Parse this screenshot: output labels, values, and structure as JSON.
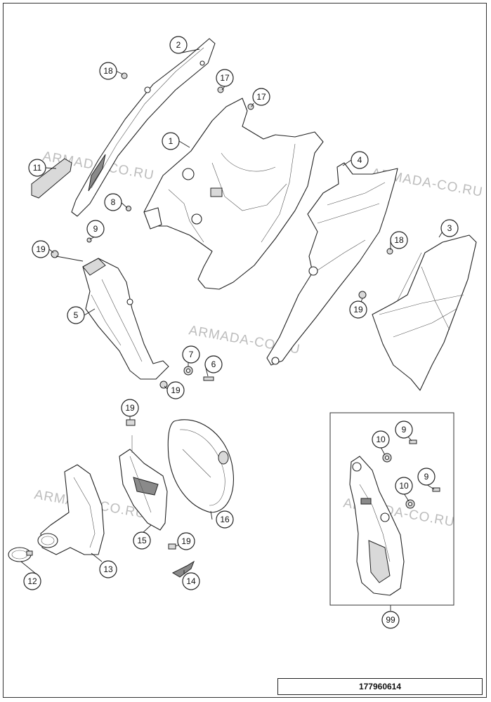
{
  "watermark_text": "ARMADA-CO.RU",
  "drawing_number": "177960614",
  "callouts": {
    "c1": "1",
    "c2": "2",
    "c3": "3",
    "c4": "4",
    "c5": "5",
    "c6": "6",
    "c7": "7",
    "c8": "8",
    "c9a": "9",
    "c9b": "9",
    "c9c": "9",
    "c10a": "10",
    "c10b": "10",
    "c11": "11",
    "c12": "12",
    "c13": "13",
    "c14": "14",
    "c15": "15",
    "c16": "16",
    "c17a": "17",
    "c17b": "17",
    "c18a": "18",
    "c18b": "18",
    "c19a": "19",
    "c19b": "19",
    "c19c": "19",
    "c19d": "19",
    "c19e": "19",
    "c99": "99"
  }
}
